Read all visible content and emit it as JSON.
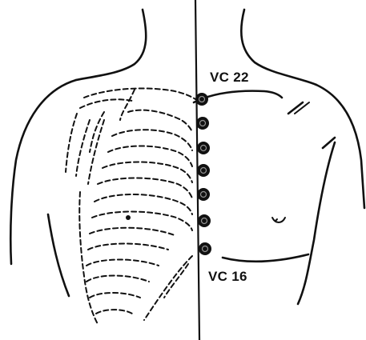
{
  "labels": {
    "top": "VC 22",
    "bottom": "VC 16"
  },
  "points_count": 7,
  "colors": {
    "ink": "#111111",
    "background": "#ffffff"
  }
}
